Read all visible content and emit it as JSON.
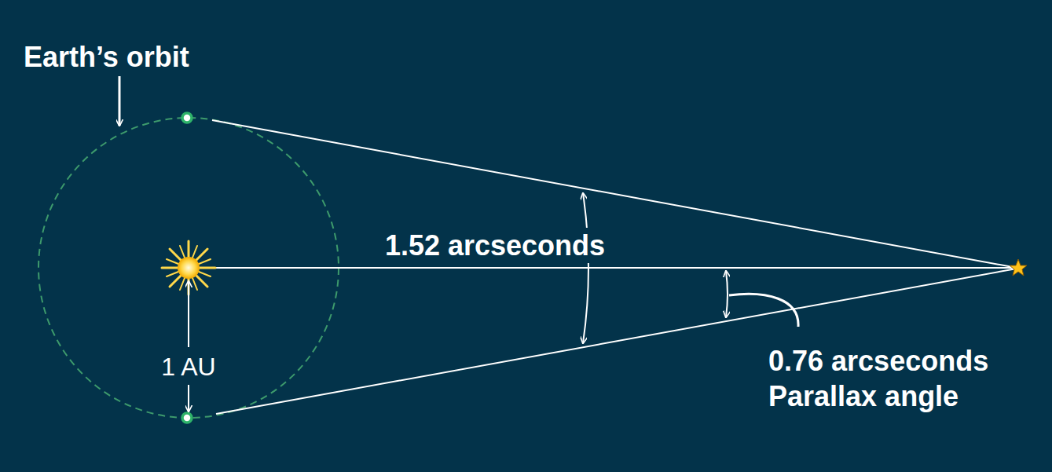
{
  "diagram": {
    "labels": [
      "Earth’s orbit",
      "1.52 arcseconds",
      "1 AU",
      "0.76 arcseconds Parallax angle"
    ]
  }
}
